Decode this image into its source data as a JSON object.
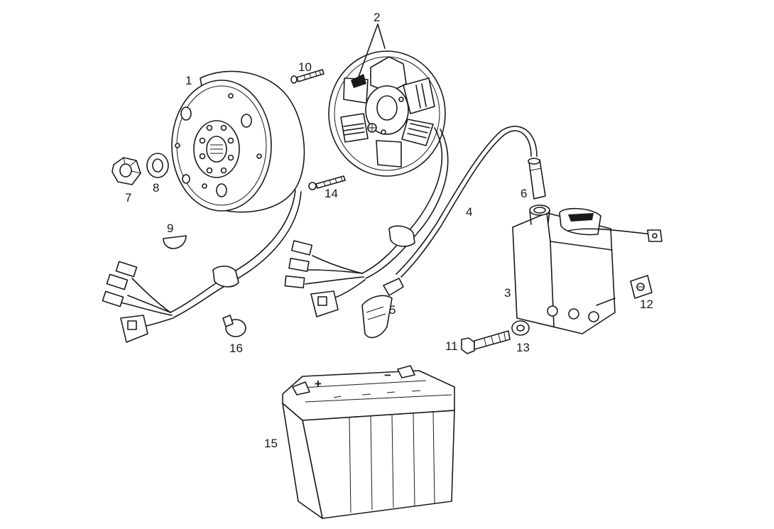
{
  "labels": {
    "flywheel": "1",
    "stator": "2",
    "ignition_coil": "3",
    "ht_lead": "4",
    "spark_plug_cap": "5",
    "lead_cap": "6",
    "nut": "7",
    "washer_flywheel": "8",
    "woodruff_key": "9",
    "screw_stator": "10",
    "bolt_coil": "11",
    "clip": "12",
    "washer_coil": "13",
    "screw_harness": "14",
    "battery": "15",
    "cable_clamp": "16"
  },
  "battery_terminals": {
    "positive": "+",
    "negative": "−"
  }
}
